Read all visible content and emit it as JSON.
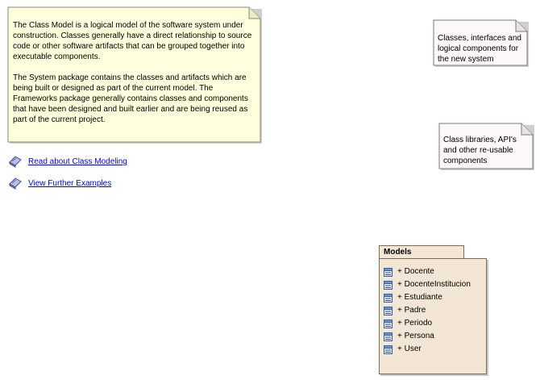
{
  "notes": {
    "main": "The Class Model is a logical model of the software system under construction. Classes generally have a direct relationship to source code or other software artifacts that can be grouped together into executable components.\n\nThe System package contains the classes and artifacts which are being built or designed as part of the current model. The Frameworks package generally contains classes and components that have been designed and built earlier and are being reused as part of the current project.",
    "classes": "Classes, interfaces and logical components for the new system",
    "libraries": "Class libraries, API's and other re-usable components"
  },
  "links": [
    {
      "label": "Read about Class Modeling",
      "icon": "book-icon"
    },
    {
      "label": "View Further Examples",
      "icon": "book-icon"
    }
  ],
  "package": {
    "name": "Models",
    "items": [
      "+ Docente",
      "+ DocenteInstitucion",
      "+ Estudiante",
      "+ Padre",
      "+ Periodo",
      "+ Persona",
      "+ User"
    ],
    "item_icon": "class-icon"
  },
  "colors": {
    "note_main_fill": "#ffffdd",
    "note_fill": "#fbf7fb",
    "package_fill": "#f3e6d4",
    "link": "#0000ee"
  }
}
